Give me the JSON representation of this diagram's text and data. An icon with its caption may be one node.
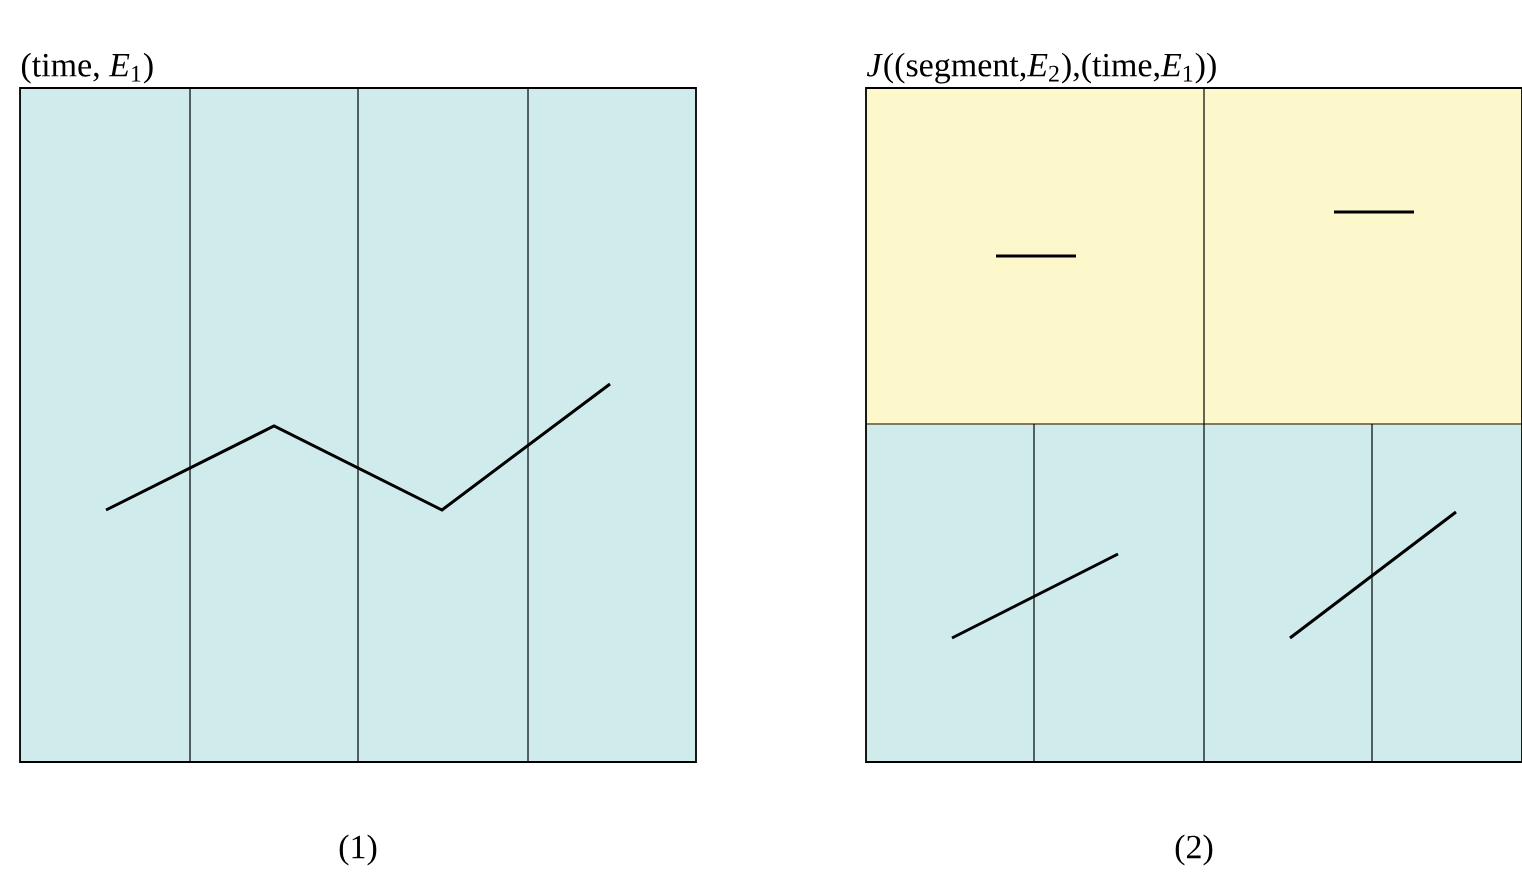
{
  "diagram": {
    "nodes": [
      {
        "text": [
          "(time, *E*$_{1}$)"
        ],
        "beside": [
          "(1)"
        ]
      },
      {
        "text": [
          "*J*((segment,*E*$_{2}$),(time,*E*$_{1}$))"
        ],
        "beside": [
          "(2)"
        ]
      }
    ]
  }
}
